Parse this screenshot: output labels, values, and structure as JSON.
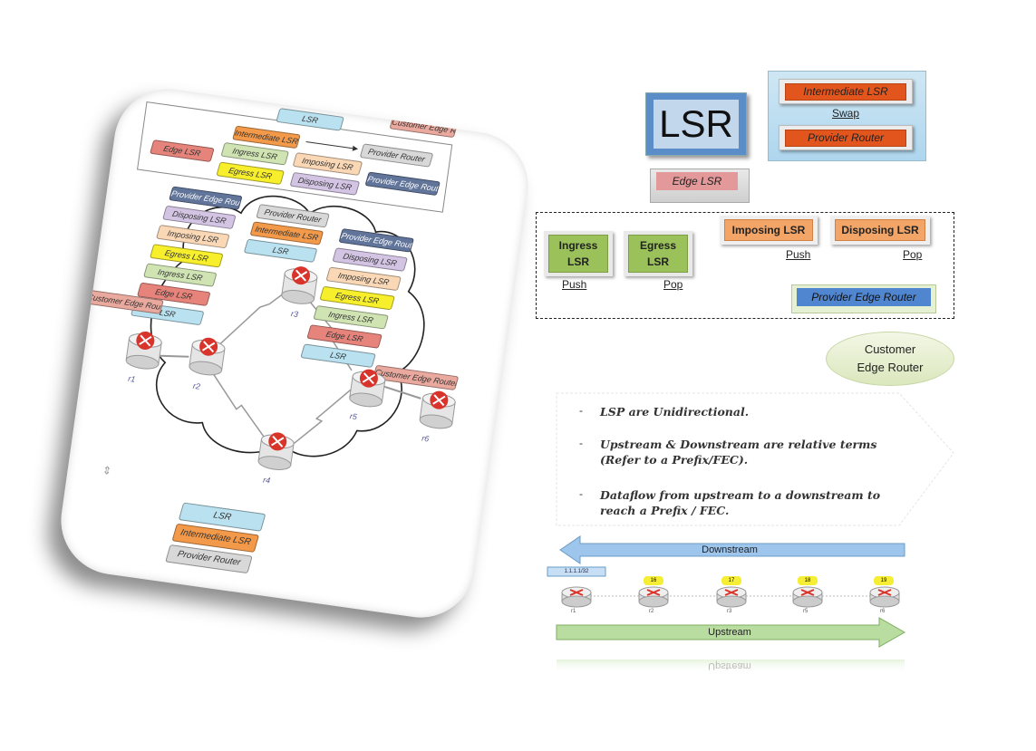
{
  "legend": {
    "lsr_big": "LSR",
    "edge_lsr": "Edge LSR",
    "intermediate_lsr": "Intermediate LSR",
    "swap": "Swap",
    "provider_router": "Provider Router",
    "ingress_lsr_l1": "Ingress",
    "ingress_lsr_l2": "LSR",
    "egress_lsr_l1": "Egress",
    "egress_lsr_l2": "LSR",
    "push_ingress": "Push",
    "pop_egress": "Pop",
    "imposing_lsr": "Imposing LSR",
    "disposing_lsr": "Disposing LSR",
    "push_imposing": "Push",
    "pop_disposing": "Pop",
    "provider_edge_router": "Provider Edge Router",
    "customer_edge_router_l1": "Customer",
    "customer_edge_router_l2": "Edge Router"
  },
  "notes": [
    {
      "l1": "LSP are Unidirectional.",
      "l2": ""
    },
    {
      "l1": "Upstream & Downstream are relative terms",
      "l2": "(Refer to a Prefix/FEC)."
    },
    {
      "l1": "Dataflow from upstream to  a downstream to",
      "l2": "reach a Prefix / FEC."
    }
  ],
  "flow": {
    "downstream": "Downstream",
    "upstream": "Upstream",
    "upstream_reflection": "Upstream",
    "prefix": "1.1.1.1/32",
    "labels": [
      "16",
      "17",
      "18",
      "19"
    ],
    "routers": [
      "r1",
      "r2",
      "r3",
      "r5",
      "r6"
    ]
  },
  "card": {
    "legend_tags": {
      "lsr": "LSR",
      "customer_edge_router": "Customer Edge Router",
      "intermediate_lsr": "Intermediate LSR",
      "provider_router": "Provider Router",
      "edge_lsr": "Edge LSR",
      "ingress_lsr": "Ingress LSR",
      "imposing_lsr": "Imposing LSR",
      "provider_edge_router": "Provider Edge Router",
      "egress_lsr": "Egress LSR",
      "disposing_lsr": "Disposing LSR"
    },
    "left_stack": [
      "Provider Edge Router",
      "Disposing LSR",
      "Imposing LSR",
      "Egress LSR",
      "Ingress LSR",
      "Edge LSR",
      "LSR"
    ],
    "mid_stack": [
      "Provider Router",
      "Intermediate LSR",
      "LSR"
    ],
    "right_stack": [
      "Provider Edge Router",
      "Disposing LSR",
      "Imposing LSR",
      "Egress LSR",
      "Ingress LSR",
      "Edge LSR",
      "LSR"
    ],
    "customer_edge_left": "Customer Edge Router",
    "customer_edge_right": "Customer Edge Router",
    "bottom_stack": [
      "LSR",
      "Intermediate LSR",
      "Provider Router"
    ],
    "routers": [
      "r1",
      "r2",
      "r3",
      "r5",
      "r6",
      "r4"
    ]
  },
  "colors": {
    "lsr_blue": "#5b8ec8",
    "orange": "#e2561e",
    "green": "#9bc15a",
    "peach": "#f2a566",
    "pe_blue": "#4f86cf",
    "downstream_arrow": "#9ec5ec",
    "upstream_arrow": "#b9dca0",
    "router_red": "#d9342b"
  }
}
